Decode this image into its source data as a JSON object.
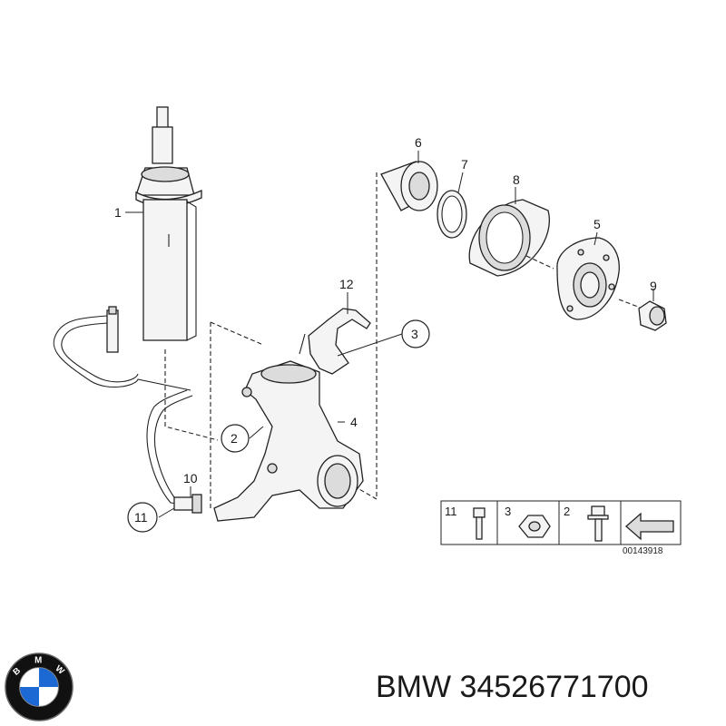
{
  "callouts": {
    "c1": "1",
    "c2": "2",
    "c3": "3",
    "c4": "4",
    "c5": "5",
    "c6": "6",
    "c7": "7",
    "c8": "8",
    "c9": "9",
    "c10": "10",
    "c11": "11",
    "c12": "12"
  },
  "legend": {
    "items": [
      {
        "num": "11",
        "icon": "bolt-icon"
      },
      {
        "num": "3",
        "icon": "nut-icon"
      },
      {
        "num": "2",
        "icon": "flange-bolt-icon"
      }
    ],
    "direction_icon": "arrow-icon"
  },
  "reference_number": "00143918",
  "logo_icon": "bmw-roundel-icon",
  "logo_letters": "BMW",
  "brand_line": "BMW 34526771700",
  "colors": {
    "line": "#222222",
    "logo_blue": "#1c69d4",
    "logo_ring": "#111111"
  }
}
